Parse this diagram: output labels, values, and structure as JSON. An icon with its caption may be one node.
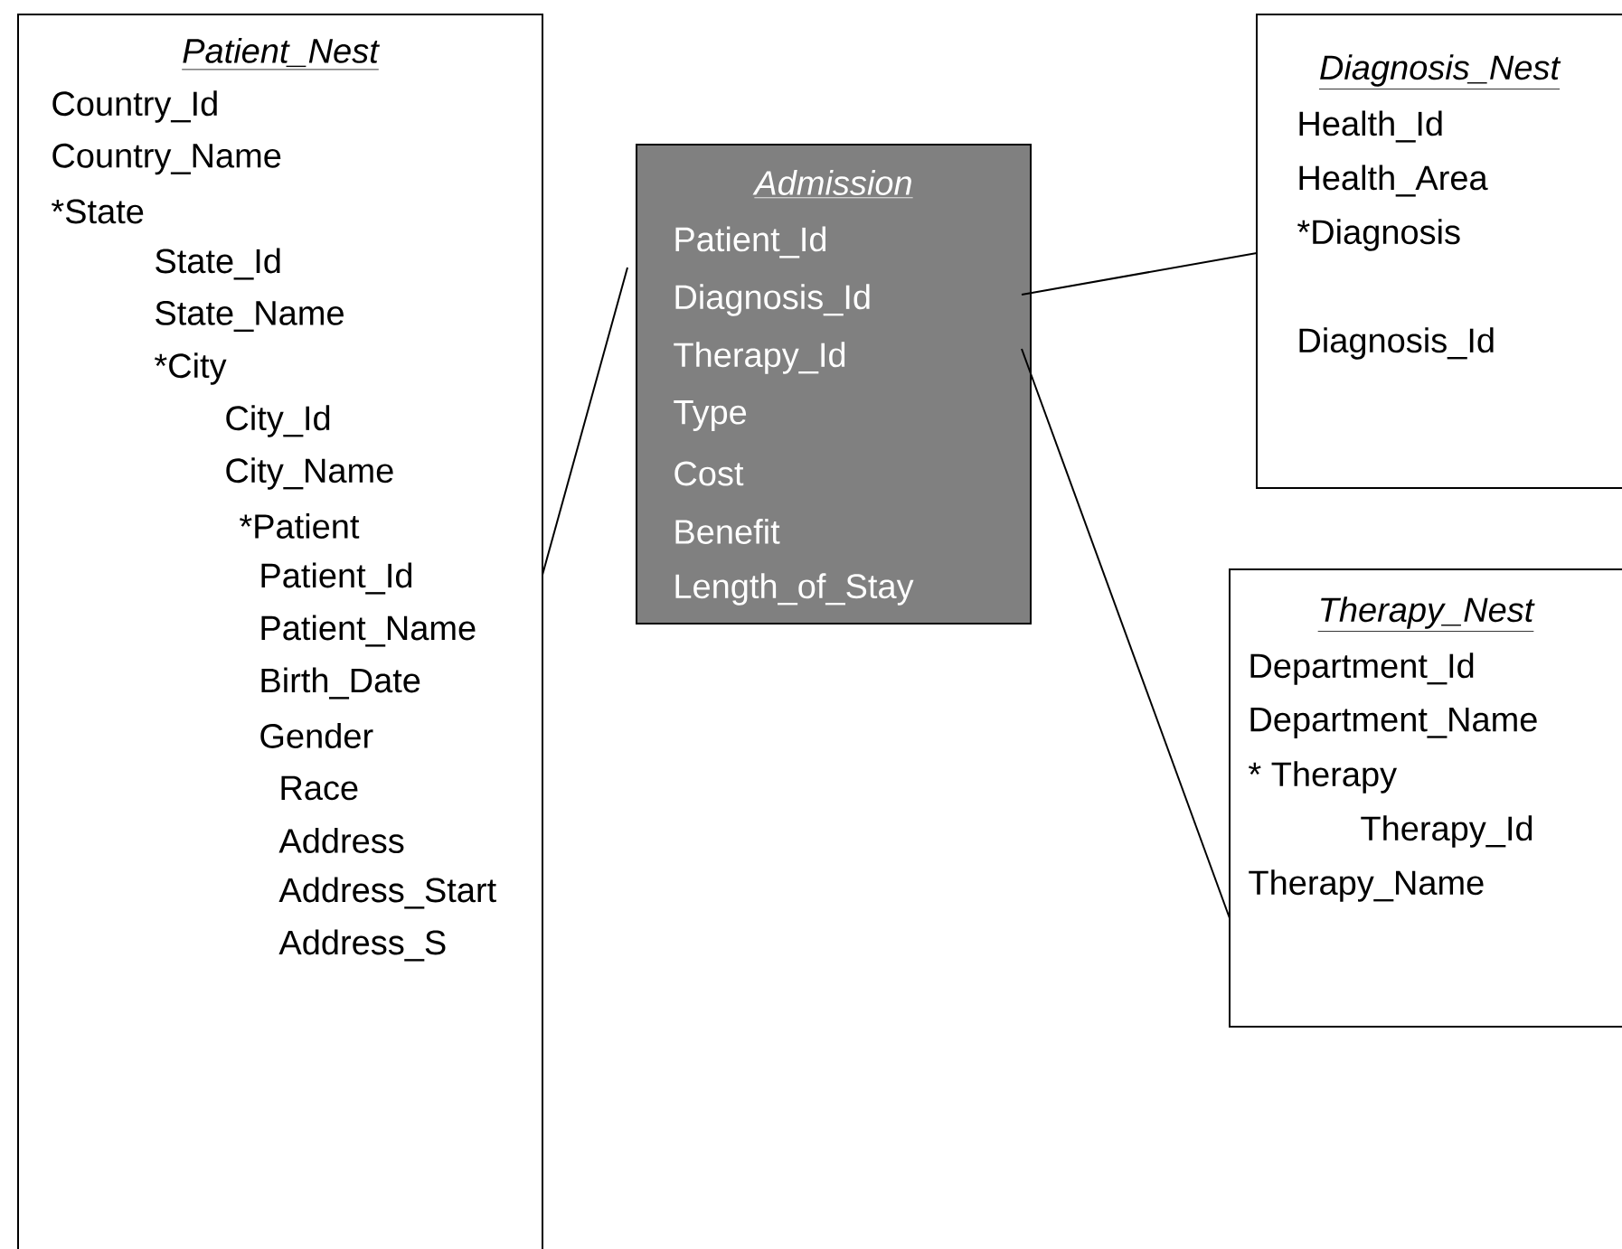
{
  "diagram": {
    "nodes": [
      {
        "text": [
          "Patient_Nest",
          "Country_Id",
          "Country_Name",
          "*State",
          "State_Id",
          "State_Name",
          "*City",
          "City_Id",
          "City_Name",
          "*Patient",
          "Patient_Id",
          "Patient_Name",
          "Birth_Date",
          "Gender",
          "Race",
          "Address",
          "Address_Start",
          "Address_S"
        ]
      },
      {
        "text": [
          "Admission",
          "Patient_Id",
          "Diagnosis_Id",
          "Therapy_Id",
          "Type",
          "Cost",
          "Benefit",
          "Length_of_Stay"
        ]
      },
      {
        "text": [
          "Diagnosis_Nest",
          "Health_Id",
          "Health_Area",
          "*Diagnosis",
          "Diagnosis_Id"
        ]
      },
      {
        "text": [
          "Therapy_Nest",
          "Department_Id",
          "Department_Name",
          "* Therapy",
          "Therapy_Id",
          "Therapy_Name"
        ]
      }
    ],
    "edges": [
      {
        "from": 0,
        "to": 1,
        "arrow": "none"
      },
      {
        "from": 1,
        "to": 2,
        "arrow": "none"
      },
      {
        "from": 1,
        "to": 3,
        "arrow": "none"
      }
    ]
  }
}
